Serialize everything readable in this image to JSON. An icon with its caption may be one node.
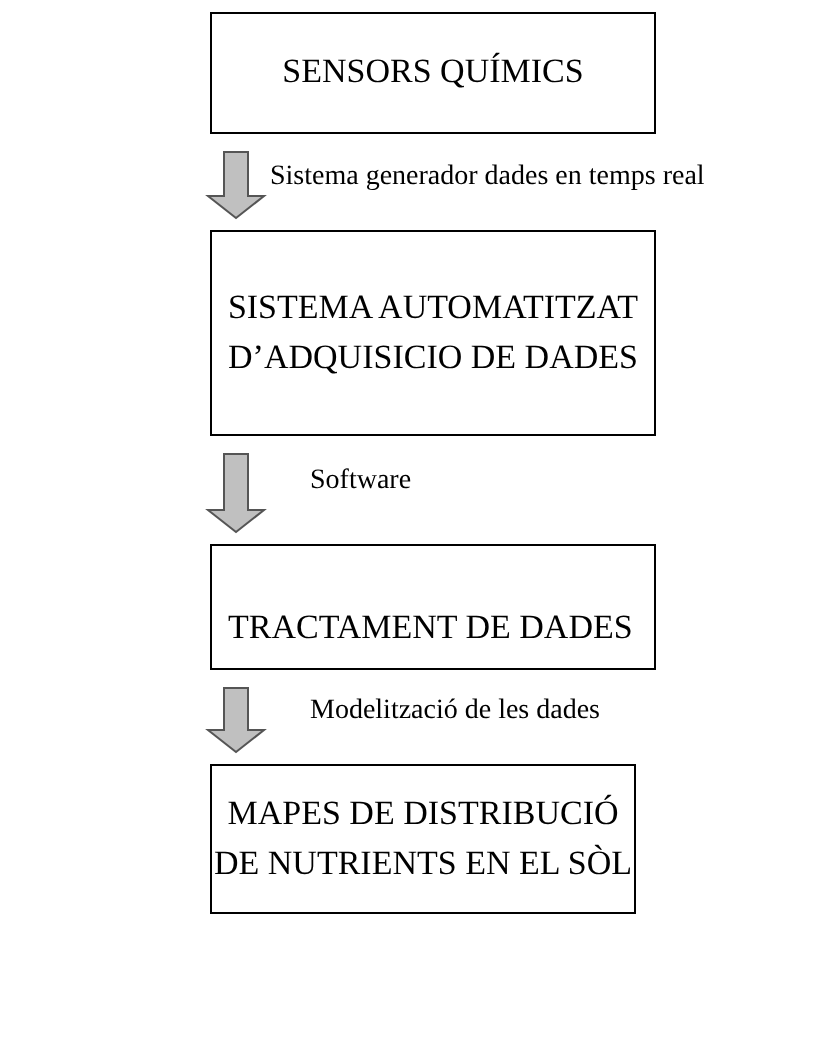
{
  "diagram": {
    "nodes": [
      {
        "text": [
          "SENSORS QUÍMICS"
        ]
      },
      {
        "text": [
          "SISTEMA AUTOMATITZAT D’ADQUISICIO DE DADES"
        ]
      },
      {
        "text": [
          "TRACTAMENT DE DADES"
        ]
      },
      {
        "text": [
          "MAPES DE DISTRIBUCIÓ DE NUTRIENTS EN EL SÒL"
        ]
      }
    ],
    "edges": [
      {
        "from": 0,
        "to": 1,
        "arrow": "to",
        "label": "Sistema generador dades en temps real"
      },
      {
        "from": 1,
        "to": 2,
        "arrow": "to",
        "label": "Software"
      },
      {
        "from": 2,
        "to": 3,
        "arrow": "to",
        "label": "Modelització de les dades"
      }
    ]
  }
}
